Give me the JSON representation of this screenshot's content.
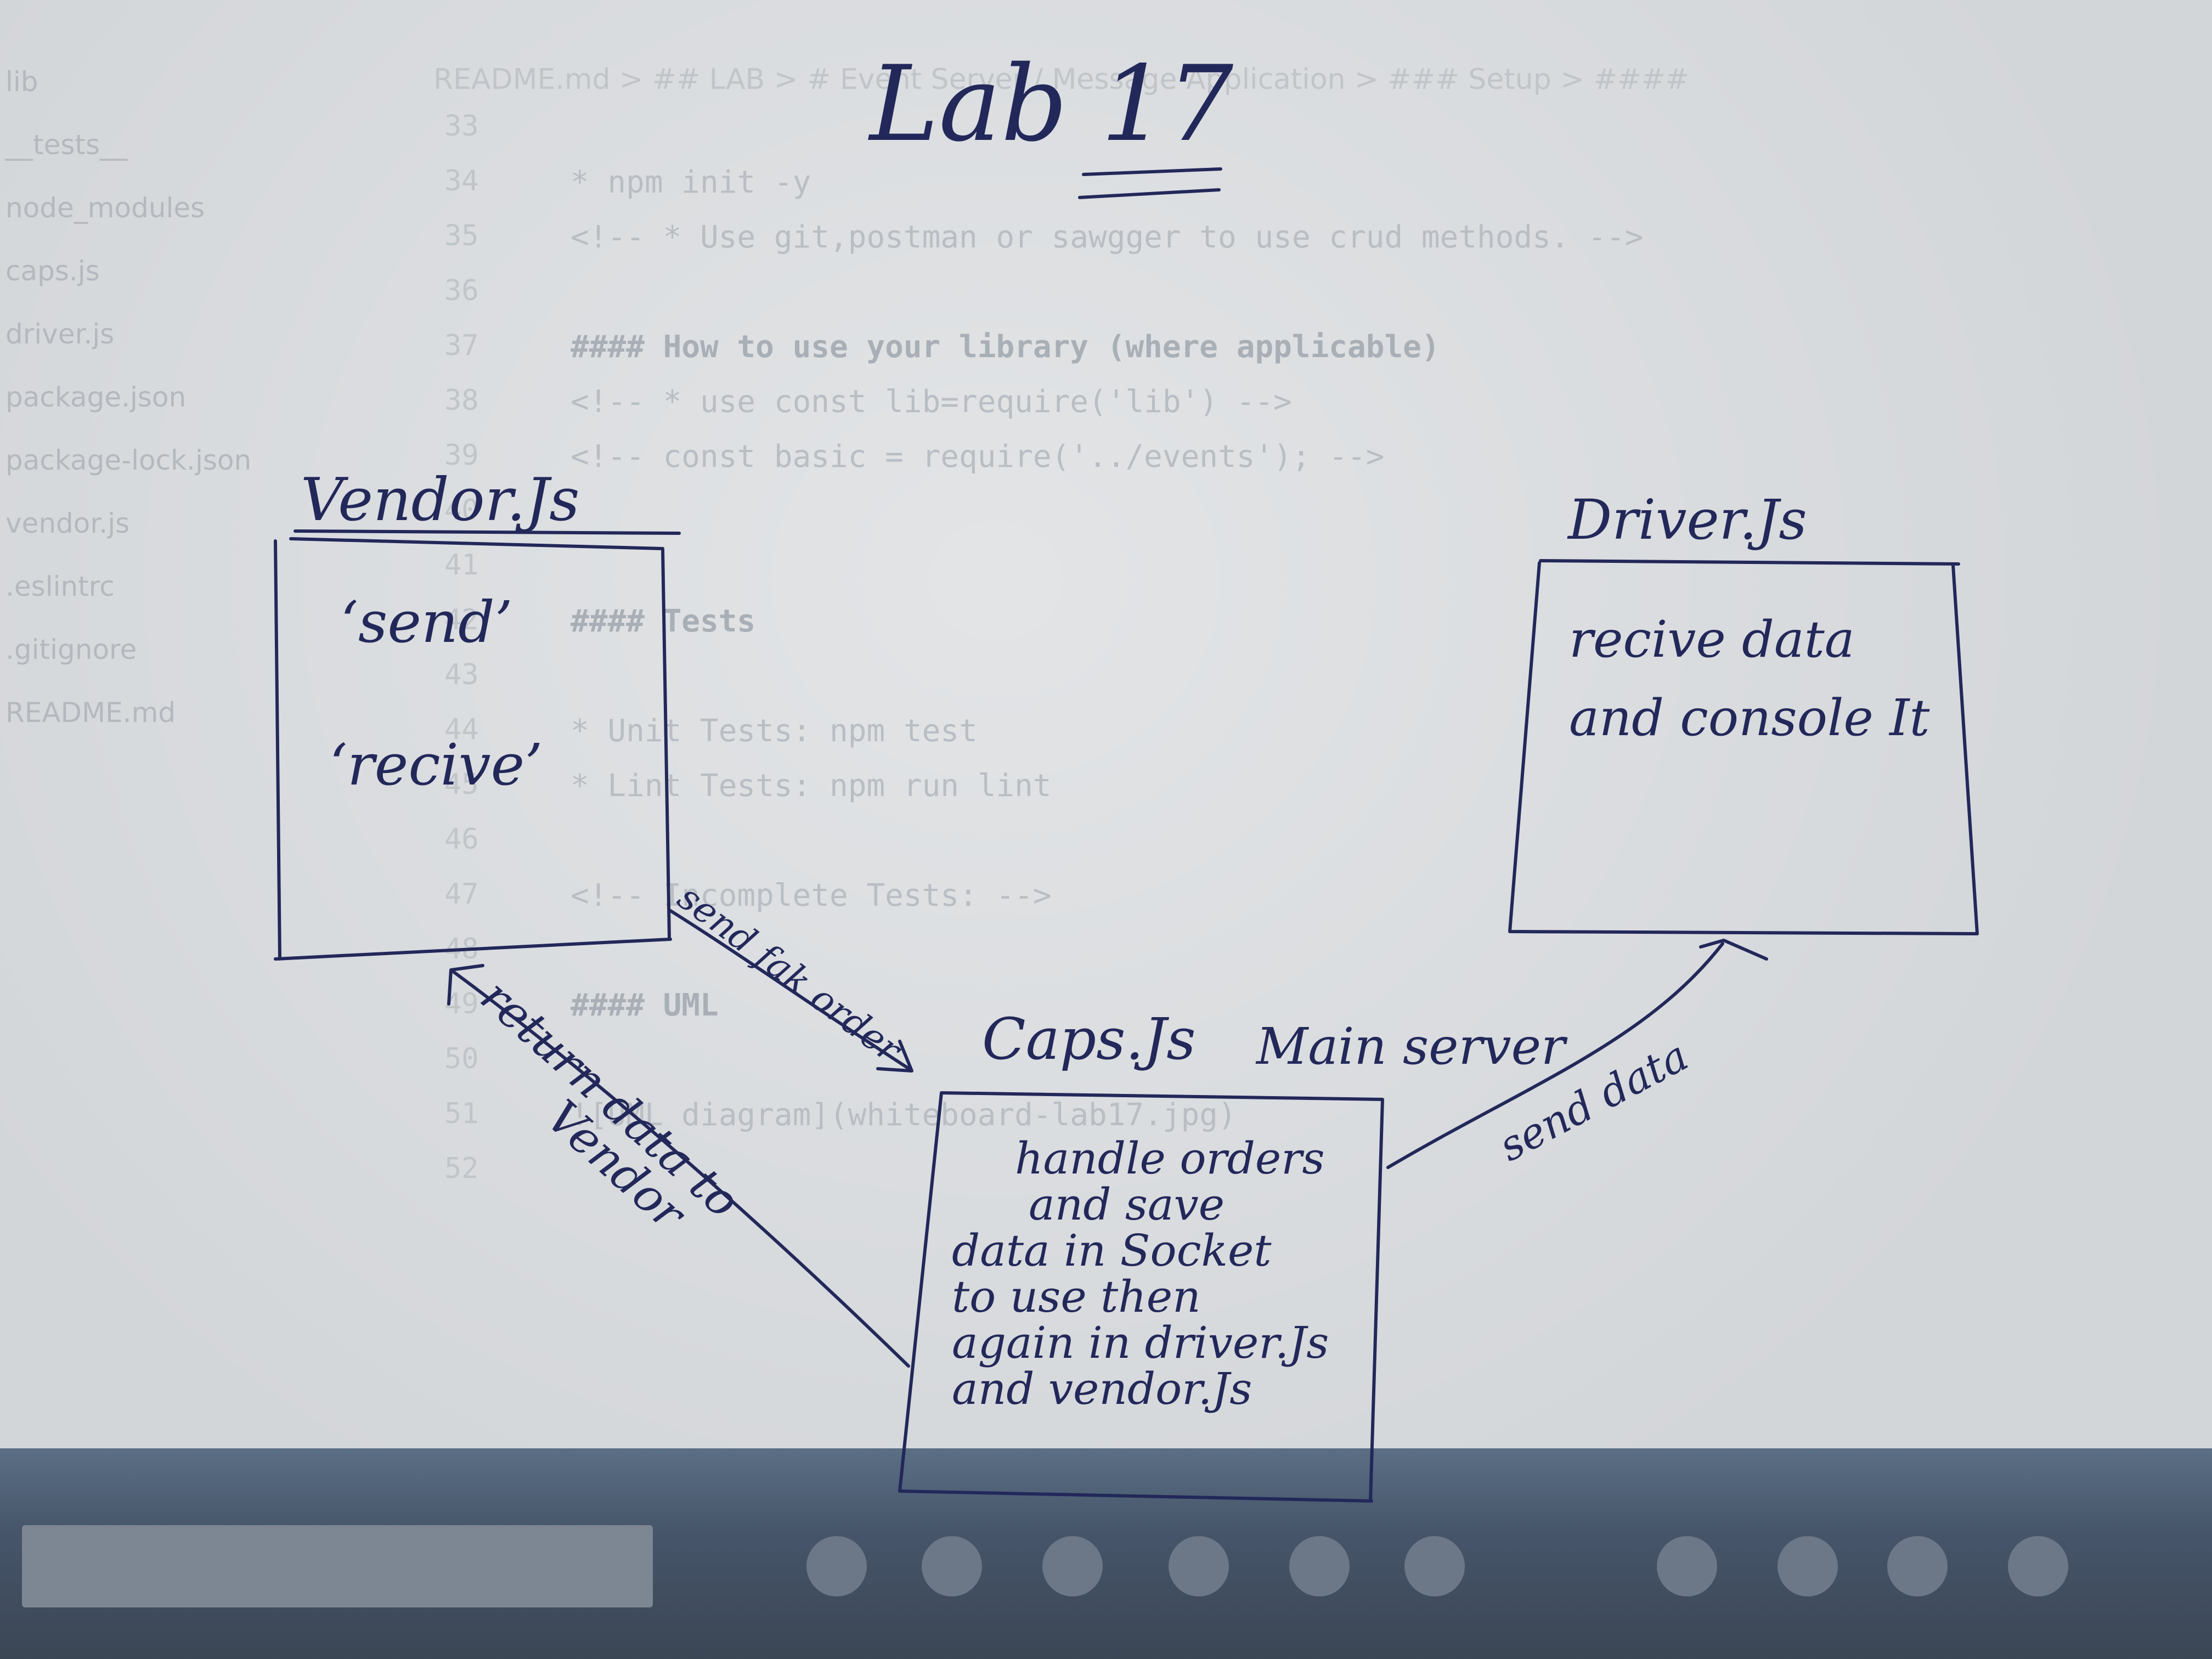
{
  "title": "Lab 17",
  "nodes": {
    "vendor": {
      "label": "Vendor.Js",
      "events": [
        "‘send’",
        "‘recive’"
      ]
    },
    "caps": {
      "label": "Caps.Js",
      "sublabel": "Main server",
      "description_lines": [
        "handle orders",
        "and save",
        "data in Socket",
        "to use then",
        "again in driver.Js",
        "and vendor.Js"
      ]
    },
    "driver": {
      "label": "Driver.Js",
      "description_lines": [
        "recive data",
        "and console It"
      ]
    }
  },
  "edges": {
    "vendor_to_caps": "send fak order",
    "caps_to_vendor": [
      "return data to",
      "Vendor"
    ],
    "caps_to_driver": "send data"
  },
  "background": {
    "breadcrumb": "README.md > ## LAB > # Event Server / Message Application > ### Setup > ####",
    "code_lines": [
      {
        "n": "33",
        "text": ""
      },
      {
        "n": "34",
        "text": "* npm init -y"
      },
      {
        "n": "35",
        "text": "<!-- *  Use git,postman or sawgger to use crud methods. -->"
      },
      {
        "n": "36",
        "text": ""
      },
      {
        "n": "37",
        "text": "#### How to use your library (where applicable)",
        "heading": true
      },
      {
        "n": "38",
        "text": "<!-- * use const lib=require('lib') -->"
      },
      {
        "n": "39",
        "text": "<!-- const basic = require('../events'); -->"
      },
      {
        "n": "40",
        "text": ""
      },
      {
        "n": "41",
        "text": ""
      },
      {
        "n": "42",
        "text": "#### Tests",
        "heading": true
      },
      {
        "n": "43",
        "text": ""
      },
      {
        "n": "44",
        "text": "* Unit Tests:  npm test"
      },
      {
        "n": "45",
        "text": "* Lint Tests:  npm run lint"
      },
      {
        "n": "46",
        "text": ""
      },
      {
        "n": "47",
        "text": "<!-- Incomplete Tests: -->"
      },
      {
        "n": "48",
        "text": ""
      },
      {
        "n": "49",
        "text": "#### UML",
        "heading": true
      },
      {
        "n": "50",
        "text": ""
      },
      {
        "n": "51",
        "text": "![UML diagram](whiteboard-lab17.jpg)"
      },
      {
        "n": "52",
        "text": ""
      }
    ],
    "sidebar_files": [
      "lib",
      "__tests__",
      "node_modules",
      "caps.js",
      "driver.js",
      "package.json",
      "package-lock.json",
      "vendor.js",
      ".eslintrc",
      ".gitignore",
      "README.md"
    ]
  },
  "colors": {
    "ink": "#23285a",
    "paper": "#d3d6d9",
    "taskbar": "#46556a"
  }
}
